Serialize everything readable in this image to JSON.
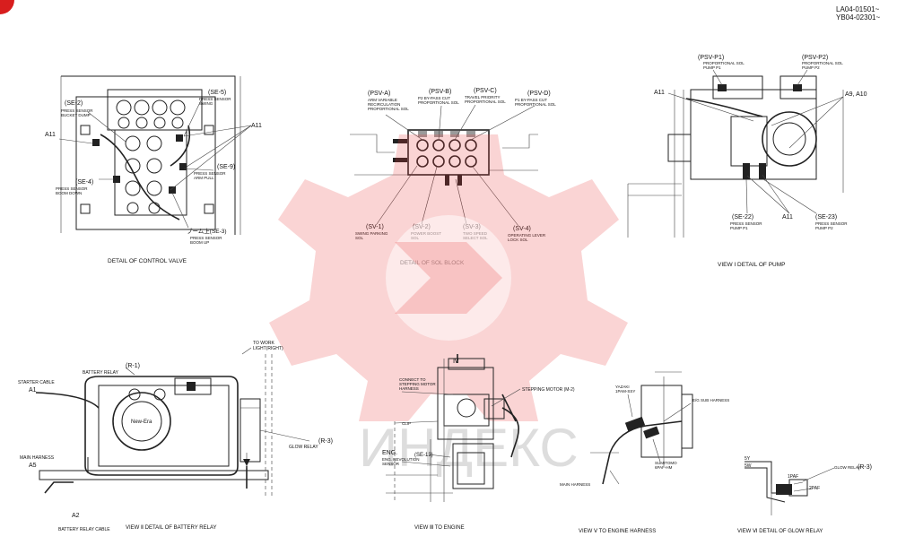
{
  "header": {
    "doc_code_1": "LA04-01501~",
    "doc_code_2": "YB04-02301~"
  },
  "control_valve": {
    "caption": "DETAIL OF CONTROL VALVE",
    "labels": {
      "se2": "(SE-2)",
      "se2_desc1": "PRESS SENSOR",
      "se2_desc2": "BUCKET DUMP",
      "se5": "(SE-5)",
      "se5_desc1": "PRESS SENSOR",
      "se5_desc2": "SWING",
      "a11_left": "A11",
      "a11_right": "A11",
      "se9": "(SE-9)",
      "se9_desc1": "PRESS SENSOR",
      "se9_desc2": "ARM PULL",
      "se4": "(SE-4)",
      "se4_desc1": "PRESS SENSOR",
      "se4_desc2": "BOOM DOWN",
      "se3": "ブーム上(SE-3)",
      "se3_desc1": "PRESS SENSOR",
      "se3_desc2": "BOOM UP"
    }
  },
  "sol_block": {
    "caption": "DETAIL OF SOL BLOCK",
    "labels": {
      "psva": "(PSV-A)",
      "psva_d1": "ARM VARIABLE",
      "psva_d2": "RECIRCULATION",
      "psva_d3": "PROPORTIONAL SOL",
      "psvb": "(PSV-B)",
      "psvb_d1": "P2 BY-PASS CUT",
      "psvb_d2": "PROPORTIONAL SOL",
      "psvc": "(PSV-C)",
      "psvc_d1": "TRAVEL PRIORITY",
      "psvc_d2": "PROPORTIONAL SOL",
      "psvd": "(PSV-D)",
      "psvd_d1": "P1 BY-PASS CUT",
      "psvd_d2": "PROPORTIONAL SOL",
      "sv1": "(SV-1)",
      "sv1_d1": "SWING PARKING",
      "sv1_d2": "SOL",
      "sv2": "(SV-2)",
      "sv2_d1": "POWER BOOST",
      "sv2_d2": "SOL",
      "sv3": "(SV-3)",
      "sv3_d1": "TWO SPEED",
      "sv3_d2": "SELECT SOL",
      "sv4": "(SV-4)",
      "sv4_d1": "OPERATING LEVER",
      "sv4_d2": "LOCK SOL"
    }
  },
  "pump": {
    "caption": "VIEW I DETAIL OF PUMP",
    "labels": {
      "psvp1": "(PSV-P1)",
      "psvp1_d1": "PROPORTIONAL SOL",
      "psvp1_d2": "PUMP P1",
      "psvp2": "(PSV-P2)",
      "psvp2_d1": "PROPORTIONAL SOL",
      "psvp2_d2": "PUMP P2",
      "a11_top": "A11",
      "a9a10": "A9, A10",
      "a11_bottom": "A11",
      "se22": "(SE-22)",
      "se22_d1": "PRESS SENSOR",
      "se22_d2": "PUMP P1",
      "se23": "(SE-23)",
      "se23_d1": "PRESS SENSOR",
      "se23_d2": "PUMP P2"
    }
  },
  "battery_relay": {
    "caption": "VIEW Ⅱ  DETAIL OF BATTERY RELAY",
    "labels": {
      "r1": "(R-1)",
      "battery_relay": "BATTERY RELAY",
      "starter_cable": "STARTER CABLE",
      "a1": "A1",
      "main_harness": "MAIN HARNESS",
      "a5": "A5",
      "a2": "A2",
      "battery_relay_cable": "BATTERY RELAY CABLE",
      "to_work_light1": "TO WORK",
      "to_work_light2": "LIGHT(RIGHT)",
      "r3": "(R-3)",
      "glow_relay": "GLOW RELAY",
      "brand": "New-Era"
    }
  },
  "engine": {
    "caption": "VIEW Ⅲ    TO ENGINE",
    "labels": {
      "view_mark": "Ⅳ",
      "connect1": "CONNECT TO",
      "connect2": "STEPPING MOTOR",
      "connect3": "HARNESS",
      "stepping_motor": "STEPPING MOTOR (M-2)",
      "clip": "CLIP",
      "eng1": "ENG.",
      "eng2": "ENG. REVOLUTION",
      "eng3": "SENSOR",
      "se13": "(SE-13)"
    }
  },
  "engine_harness": {
    "caption": "VIEW Ⅴ    TO ENGINE HARNESS",
    "labels": {
      "yazaki1": "YAZAKI",
      "yazaki2": "1PAM-SSY",
      "ed_sub": "E/G SUB HARNESS",
      "main_harness": "MAIN HARNESS",
      "sumitomo1": "SUMITOMO",
      "sumitomo2": "6PAF-HM"
    }
  },
  "glow_relay": {
    "caption": "VIEW Ⅵ   DETAIL OF GLOW RELAY",
    "labels": {
      "r3": "(R-3)",
      "glow_relay": "GLOW RELAY",
      "sy": "5Y",
      "sw": "5W",
      "paf1": "1PAF",
      "paf2": "2PAF"
    }
  },
  "watermark": {
    "text": "ИНДЕКС"
  },
  "colors": {
    "watermark": "#e83a3a",
    "corner_logo": "#d81e1e",
    "ink": "#222222"
  }
}
